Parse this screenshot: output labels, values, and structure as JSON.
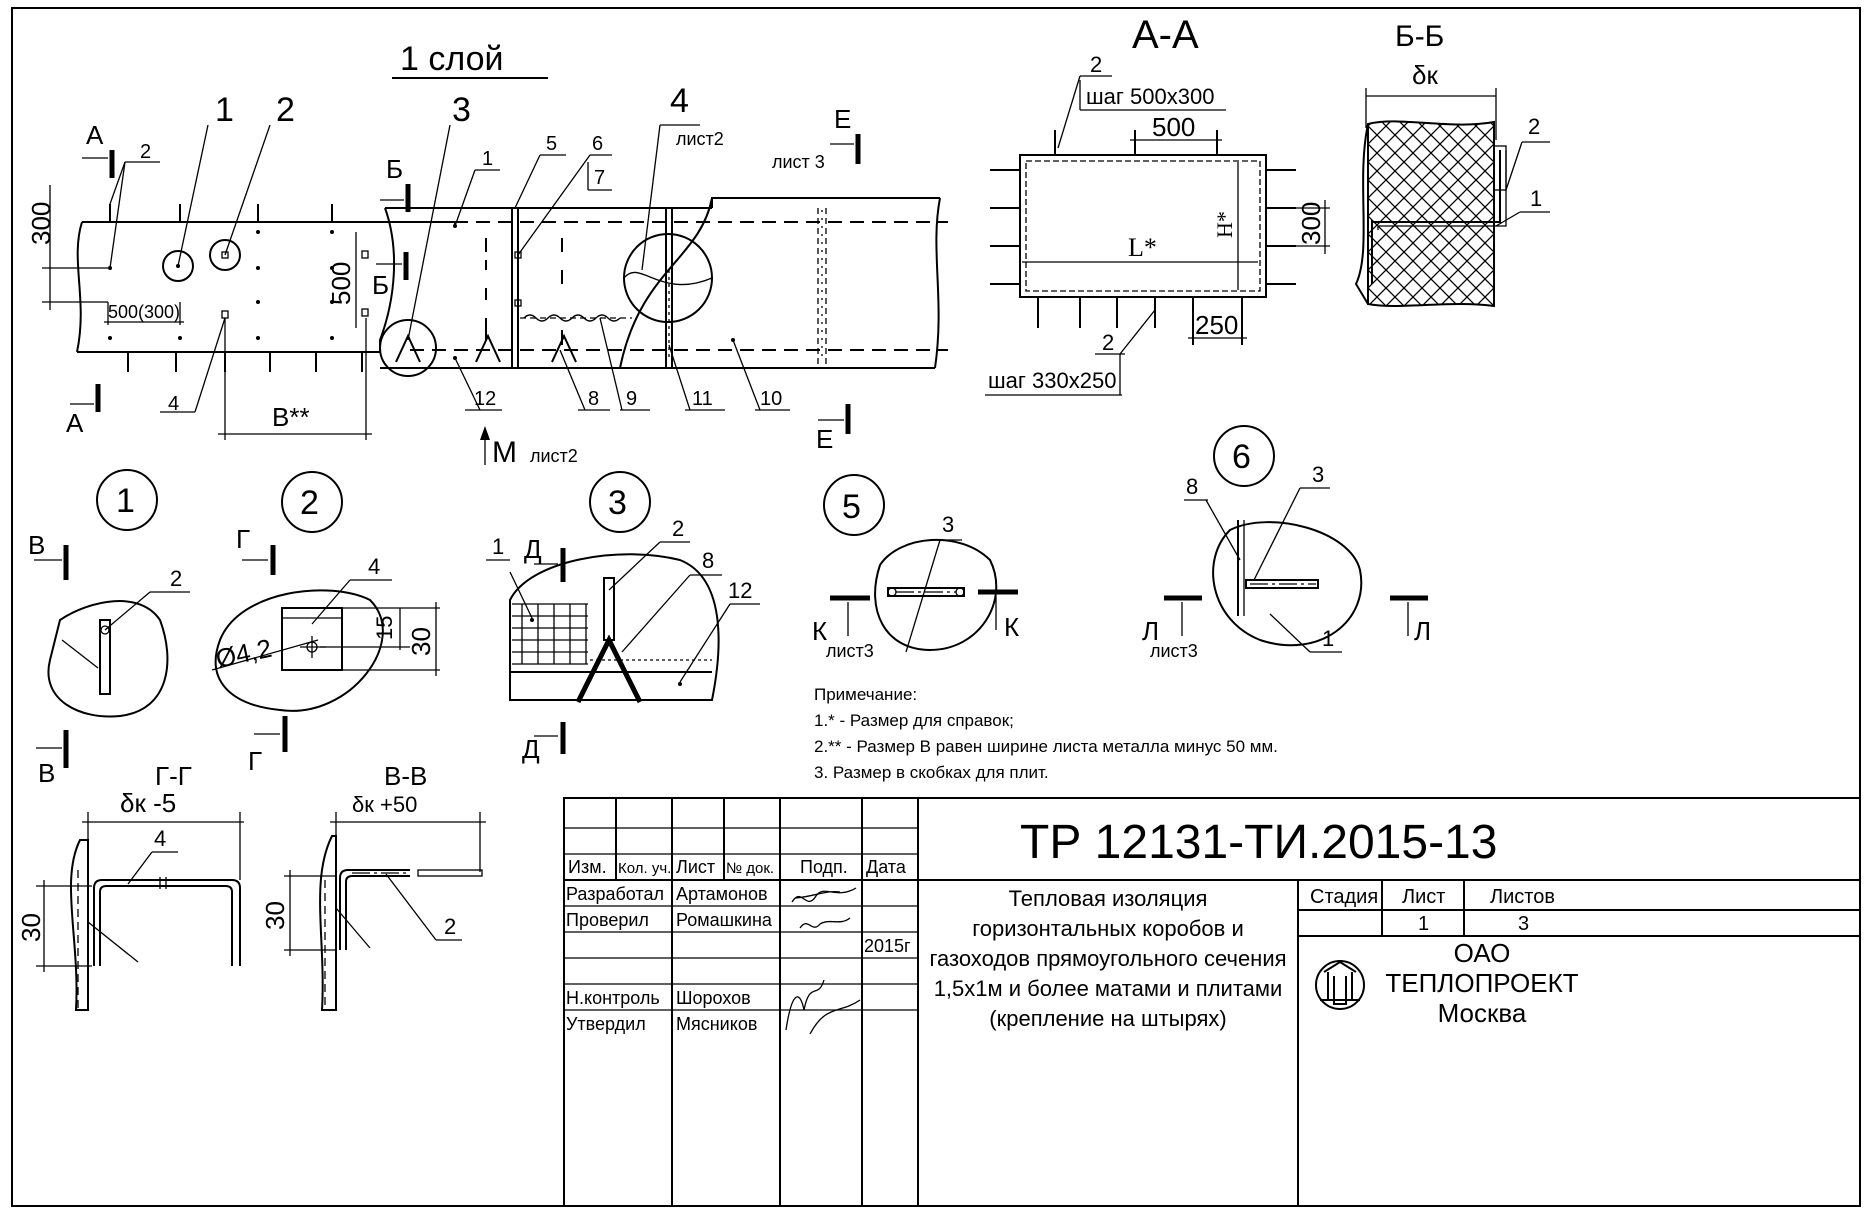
{
  "drawing": {
    "layer_title": "1 слой",
    "sections": {
      "aa": "А-А",
      "bb": "Б-Б",
      "gg": "Г-Г",
      "vv": "В-В"
    },
    "callouts": {
      "c1": "1",
      "c2": "2",
      "c3": "3",
      "c4": "4",
      "c5": "5",
      "c6": "6"
    },
    "cut_marks": {
      "a": "А",
      "b": "Б",
      "e": "Е",
      "v": "В",
      "g": "Г",
      "d": "Д",
      "k": "К",
      "l": "Л",
      "m": "М"
    },
    "sheet_refs": {
      "list2": "лист2",
      "list3_sp": "лист 3",
      "list3": "лист3"
    },
    "dims": {
      "d300": "300",
      "d500": "500",
      "d500_300": "500(300)",
      "b_dim": "B**",
      "l_dim": "L*",
      "h_dim": "H*",
      "d250": "250",
      "delta_k": "δк",
      "delta_m5": "δк -5",
      "delta_p50": "δк  +50",
      "d30": "30",
      "d15": "15",
      "hole": "Ø4,2"
    },
    "pitch_top": "шаг 500х300",
    "pitch_bottom": "шаг 330х250",
    "labels": {
      "n1": "1",
      "n2": "2",
      "n3": "3",
      "n4": "4",
      "n5": "5",
      "n6": "6",
      "n7": "7",
      "n8": "8",
      "n9": "9",
      "n10": "10",
      "n11": "11",
      "n12": "12"
    }
  },
  "notes": {
    "heading": "Примечание:",
    "items": [
      "1.* -  Размер для справок;",
      "2.** -  Размер В равен ширине листа металла минус 50 мм.",
      "3. Размер в скобках для плит."
    ]
  },
  "title_block": {
    "doc_code": "ТР 12131-ТИ.2015-13",
    "col_headers": [
      "Изм.",
      "Кол. уч.",
      "Лист",
      "№ док.",
      "Подп.",
      "Дата"
    ],
    "rows": [
      {
        "role": "Разработал",
        "name": "Артамонов"
      },
      {
        "role": "Проверил",
        "name": "Ромашкина"
      },
      {
        "role": "",
        "name": ""
      },
      {
        "role": "Н.контроль",
        "name": "Шорохов"
      },
      {
        "role": "Утвердил",
        "name": "Мясников"
      }
    ],
    "year": "2015г",
    "title_lines": [
      "Тепловая изоляция",
      "горизонтальных коробов и",
      "газоходов прямоугольного сечения",
      "1,5х1м и более матами и плитами",
      "(крепление на штырях)"
    ],
    "stage_header": "Стадия",
    "sheet_header": "Лист",
    "sheets_header": "Листов",
    "sheet": "1",
    "sheets": "3",
    "org": [
      "ОАО",
      "ТЕПЛОПРОЕКТ",
      "Москва"
    ]
  }
}
